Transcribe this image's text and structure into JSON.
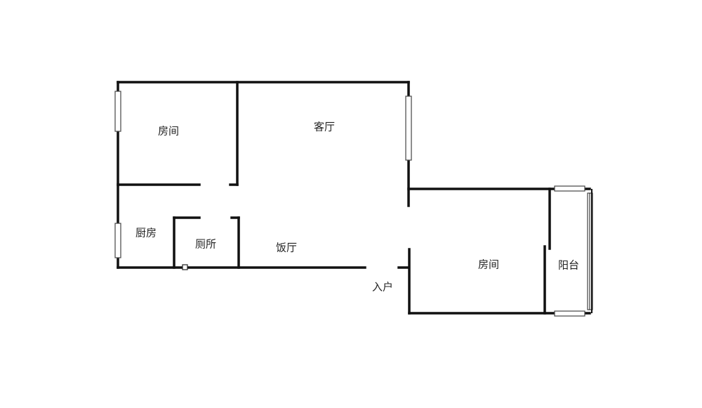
{
  "rooms": {
    "bedroom_1": "房间",
    "living_room": "客厅",
    "kitchen": "厨房",
    "toilet": "厕所",
    "dining_room": "饭厅",
    "bedroom_2": "房间",
    "balcony": "阳台",
    "entrance": "入户"
  },
  "colors": {
    "wall": "#111111",
    "window": "#555555"
  }
}
